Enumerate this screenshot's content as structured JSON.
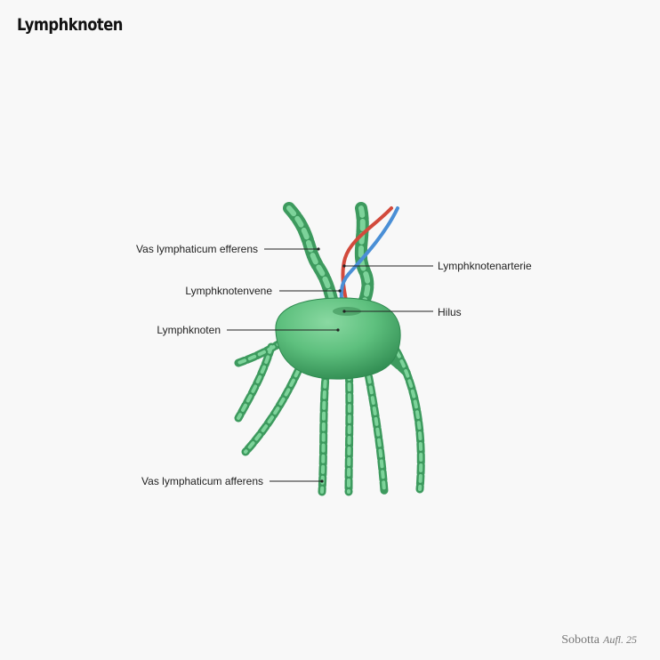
{
  "title": "Lymphknoten",
  "labels": {
    "efferent": "Vas lymphaticum efferens",
    "artery": "Lymphknotenarterie",
    "vein": "Lymphknotenvene",
    "hilus": "Hilus",
    "node": "Lymphknoten",
    "afferent": "Vas lymphaticum afferens"
  },
  "footer": {
    "brand": "Sobotta",
    "edition": "Aufl. 25"
  },
  "colors": {
    "node": "#5ec07e",
    "vessel": "#5cb87a",
    "artery": "#d24a3c",
    "vein": "#4a8fd6",
    "background": "#f8f8f8"
  }
}
